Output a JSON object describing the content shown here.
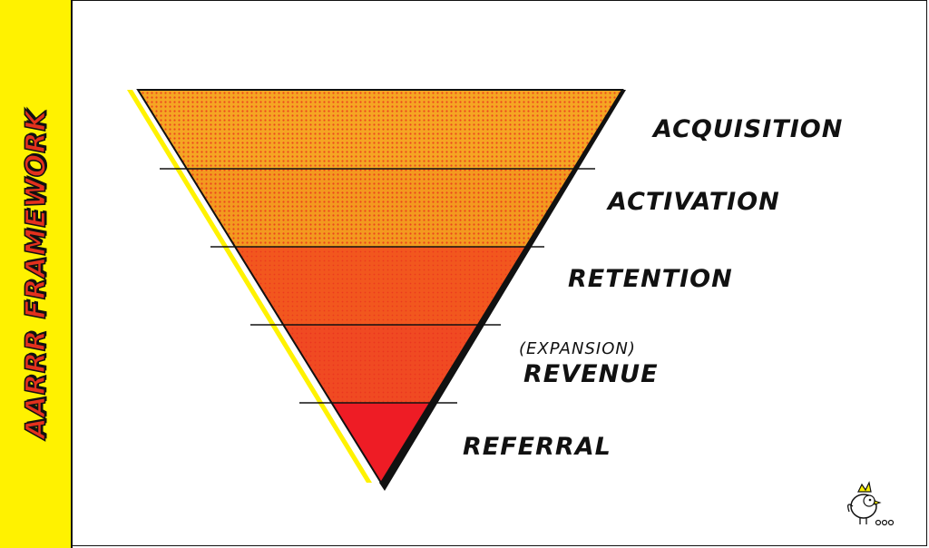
{
  "side_title": "AARRR FRAMEWORK",
  "stages": [
    {
      "label": "ACQUISITION",
      "sublabel": "",
      "color": "#f5a623"
    },
    {
      "label": "ACTIVATION",
      "sublabel": "",
      "color": "#f39a1f"
    },
    {
      "label": "RETENTION",
      "sublabel": "",
      "color": "#f2571e"
    },
    {
      "label": "REVENUE",
      "sublabel": "(EXPANSION)",
      "color": "#f04a22"
    },
    {
      "label": "REFERRAL",
      "sublabel": "",
      "color": "#ee1c25"
    }
  ],
  "colors": {
    "sidebar": "#fff200",
    "sidebar_text": "#e4311d",
    "outline": "#111111",
    "halftone_dot": "#e8261c",
    "accent_shadow": "#fff200"
  },
  "logo": {
    "icon": "rooster-mascot-icon"
  }
}
